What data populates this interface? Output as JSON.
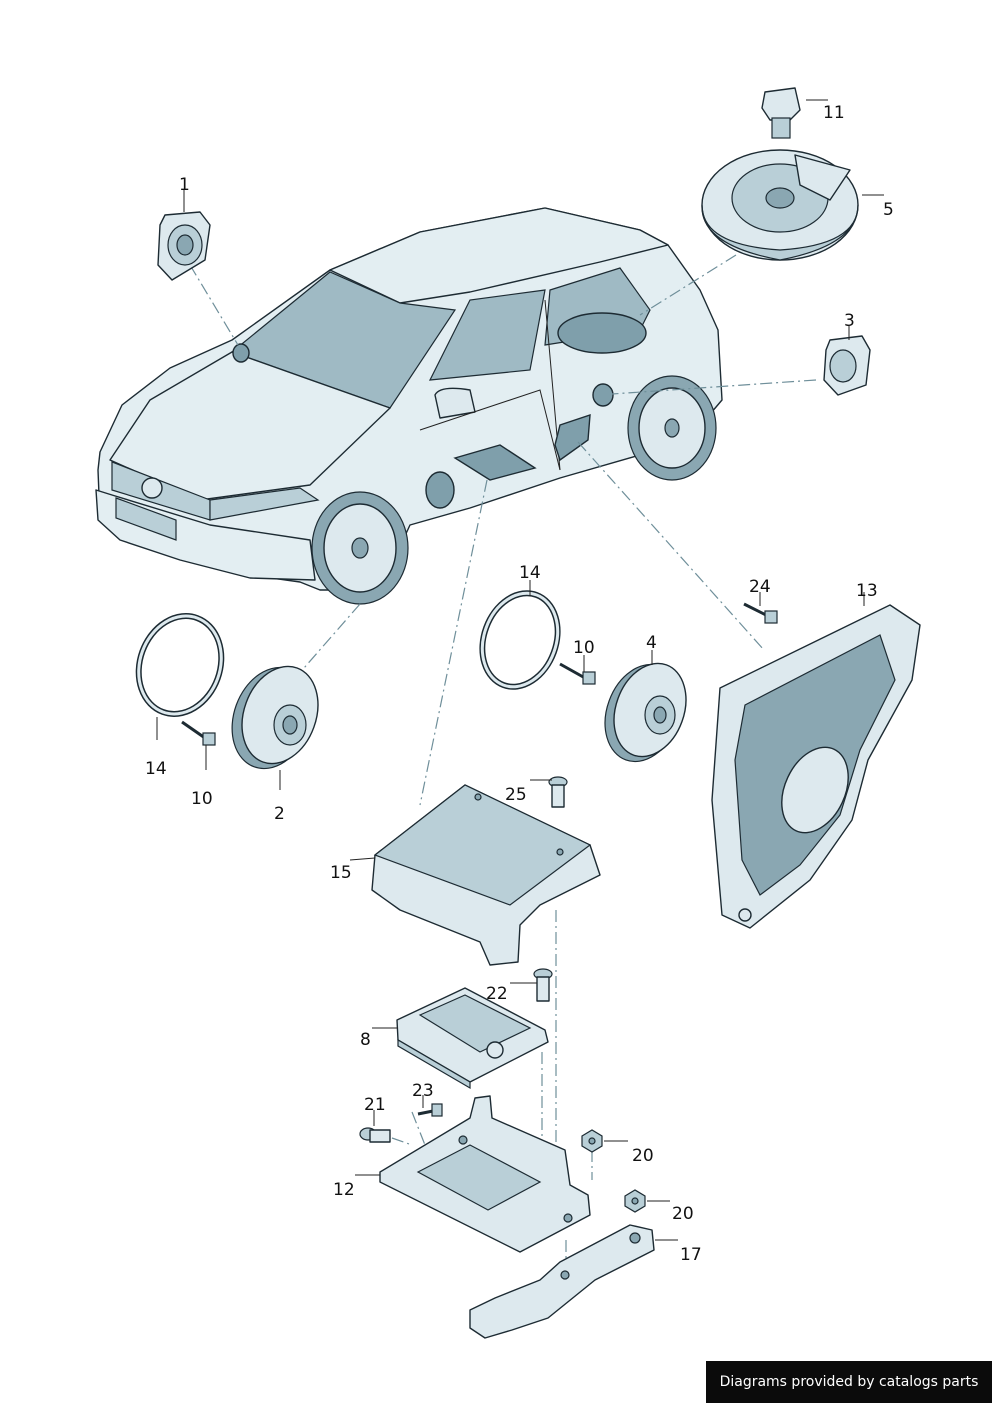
{
  "callouts": {
    "c1": "1",
    "c2": "2",
    "c3": "3",
    "c4": "4",
    "c5": "5",
    "c8": "8",
    "c10a": "10",
    "c10b": "10",
    "c11": "11",
    "c12": "12",
    "c13": "13",
    "c14a": "14",
    "c14b": "14",
    "c15": "15",
    "c17": "17",
    "c20a": "20",
    "c20b": "20",
    "c21": "21",
    "c22": "22",
    "c23": "23",
    "c24": "24",
    "c25": "25"
  },
  "footer": {
    "credit": "Diagrams provided by catalogs parts"
  },
  "colors": {
    "part_fill": "#dde9ee",
    "outline": "#1d2b33",
    "accent": "#8aa7b2",
    "footer_bg": "#0b0b0b"
  }
}
